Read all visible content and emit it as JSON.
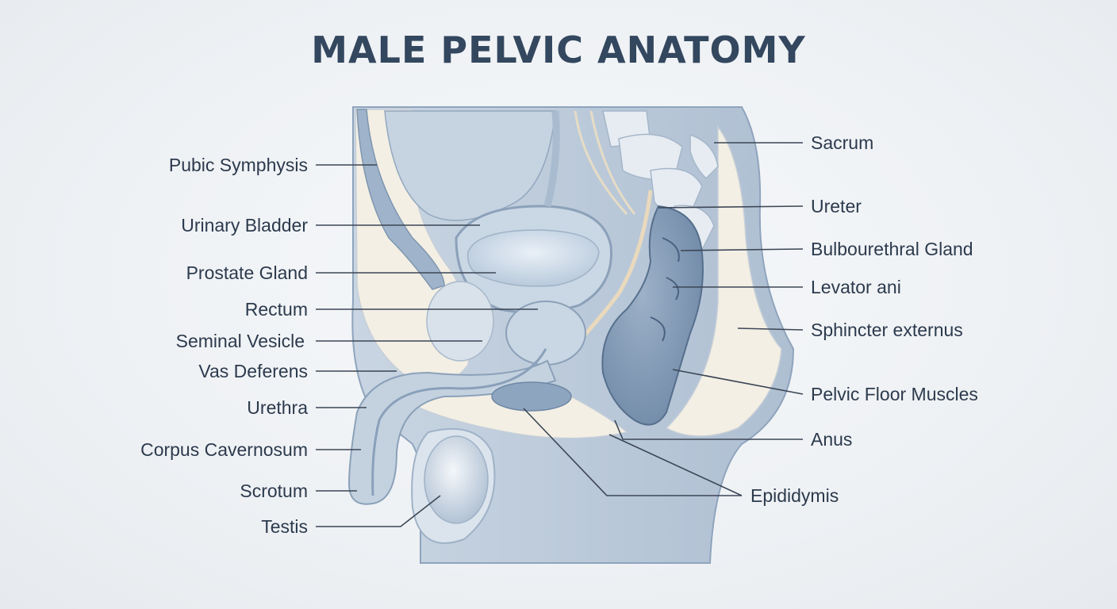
{
  "title": "MALE PELVIC ANATOMY",
  "colors": {
    "background": "#eef1f4",
    "tissue_dark": "#8fa4bd",
    "tissue_light": "#d3dde8",
    "cream": "#f3efe4",
    "text": "#2c3a4d"
  },
  "labels": {
    "pubic_symphysis": "Pubic Symphysis",
    "urinary_bladder": "Urinary Bladder",
    "prostate_gland": "Prostate Gland",
    "rectum": "Rectum",
    "seminal_vesicle": "Seminal Vesicle",
    "vas_deferens": "Vas Deferens",
    "urethra": "Urethra",
    "corpus_cavernosum": "Corpus Cavernosum",
    "scrotum": "Scrotum",
    "testis": "Testis",
    "sacrum": "Sacrum",
    "ureter": "Ureter",
    "bulbourethral_gland": "Bulbourethral Gland",
    "levator_ani": "Levator ani",
    "sphincter_externus": "Sphincter externus",
    "pelvic_floor_muscles": "Pelvic Floor Muscles",
    "anus": "Anus",
    "epididymis": "Epididymis"
  }
}
